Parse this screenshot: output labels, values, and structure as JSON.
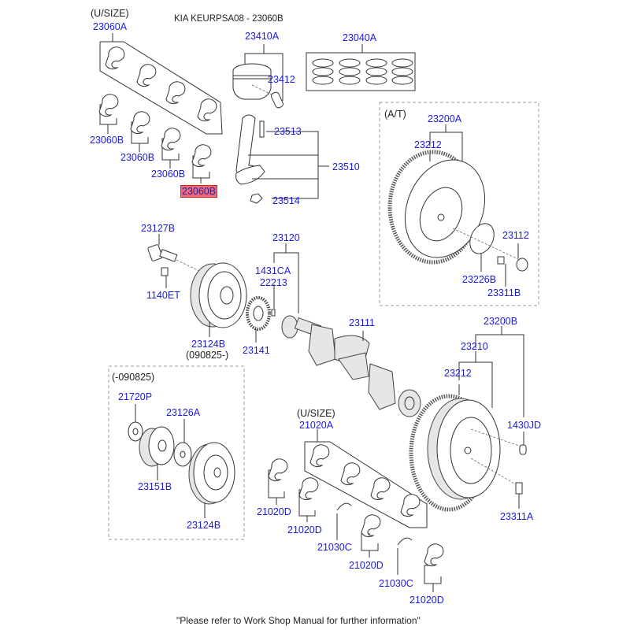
{
  "diagram": {
    "title": "KIA KEURPSA08 - 23060B",
    "footer": "\"Please refer to Work Shop Manual for further information\"",
    "highlight_color": "#ef6a78",
    "link_color": "#1a1adf"
  },
  "groups": {
    "conrod_bearing_usize": "(U/SIZE)",
    "automatic_transmission": "(A/T)",
    "pulley_date_after": "(090825-)",
    "pulley_date_before": "(-090825)",
    "main_bearing_usize": "(U/SIZE)"
  },
  "parts": {
    "p23060A": "23060A",
    "p23060B_1": "23060B",
    "p23060B_2": "23060B",
    "p23060B_3": "23060B",
    "p23060B_selected": "23060B",
    "p23410A": "23410A",
    "p23412": "23412",
    "p23040A": "23040A",
    "p23513": "23513",
    "p23510": "23510",
    "p23514": "23514",
    "p23200A": "23200A",
    "p23212_at": "23212",
    "p23112": "23112",
    "p23226B": "23226B",
    "p23311B": "23311B",
    "p23127B": "23127B",
    "p1140ET": "1140ET",
    "p23124B_top": "23124B",
    "p23120": "23120",
    "p1431CA": "1431CA",
    "p22213": "22213",
    "p23141": "23141",
    "p23111": "23111",
    "p23200B": "23200B",
    "p23210": "23210",
    "p23212_mt": "23212",
    "p1430JD": "1430JD",
    "p23311A": "23311A",
    "p21720P": "21720P",
    "p23126A": "23126A",
    "p23151B": "23151B",
    "p23124B_bottom": "23124B",
    "p21020A": "21020A",
    "p21020D_1": "21020D",
    "p21020D_2": "21020D",
    "p21020D_3": "21020D",
    "p21020D_4": "21020D",
    "p21030C_1": "21030C",
    "p21030C_2": "21030C"
  }
}
